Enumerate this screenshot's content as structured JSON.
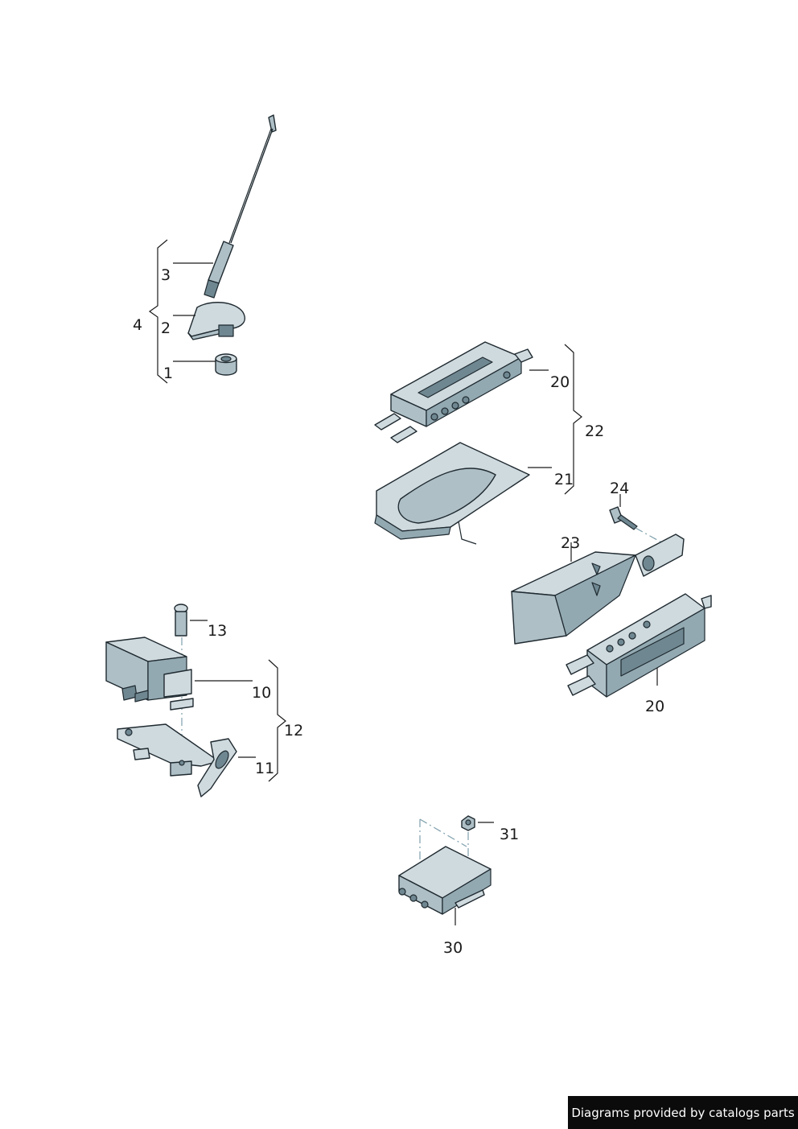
{
  "labels": {
    "p1": "1",
    "p2": "2",
    "p3": "3",
    "p4": "4",
    "p10": "10",
    "p11": "11",
    "p12": "12",
    "p13": "13",
    "p20a": "20",
    "p20b": "20",
    "p21": "21",
    "p22": "22",
    "p23": "23",
    "p24": "24",
    "p30": "30",
    "p31": "31"
  },
  "footer": {
    "text": "Diagrams provided by catalogs parts"
  }
}
